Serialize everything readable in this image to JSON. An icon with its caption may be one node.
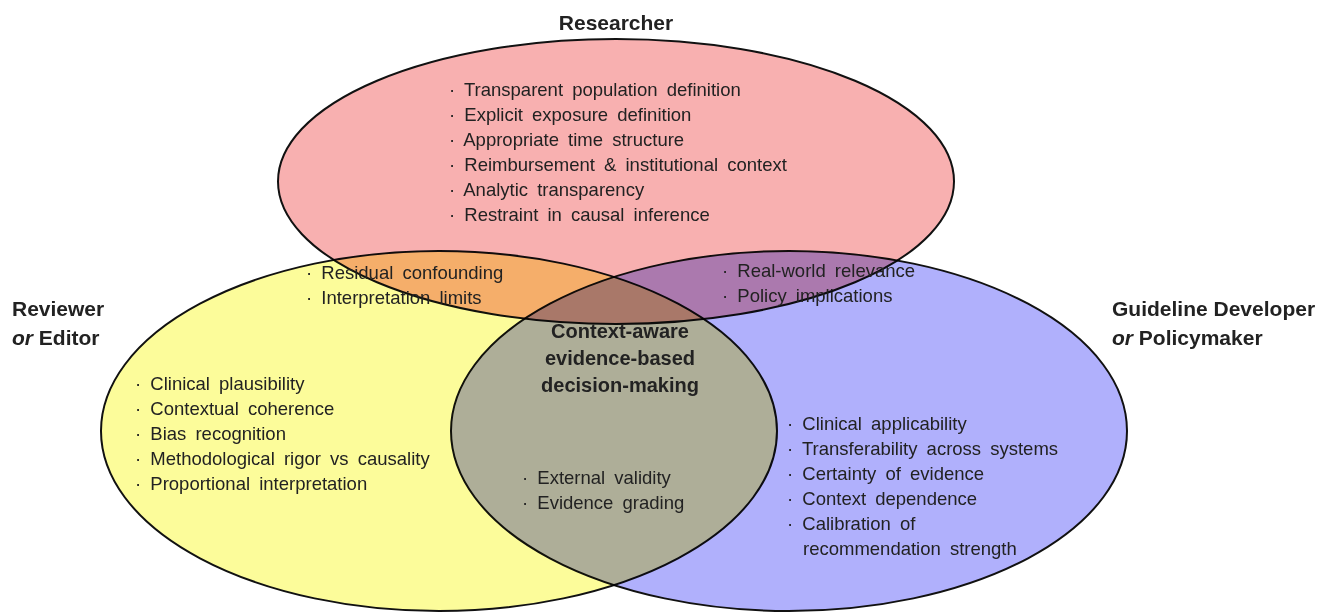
{
  "diagram": {
    "nodes": [
      {
        "text": [
          "Researcher",
          "· Transparent population definition",
          "· Explicit exposure definition",
          "· Appropriate time structure",
          "· Reimbursement & institutional context",
          "· Analytic transparency",
          "· Restraint in causal inference"
        ]
      },
      {
        "text": [
          "Reviewer *or* Editor",
          "· Clinical plausibility",
          "· Contextual coherence",
          "· Bias recognition",
          "· Methodological rigor vs causality",
          "· Proportional interpretation"
        ]
      },
      {
        "text": [
          "Guideline Developer *or* Policymaker",
          "· Clinical applicability",
          "· Transferability across systems",
          "· Certainty of evidence",
          "· Context dependence",
          "· Calibration of recommendation strength"
        ]
      }
    ],
    "labels": [
      "· Residual confounding",
      "· Interpretation limits",
      "· Real-world relevance",
      "· Policy implications",
      "Context-aware evidence-based decision-making",
      "· External validity",
      "· Evidence grading"
    ]
  }
}
